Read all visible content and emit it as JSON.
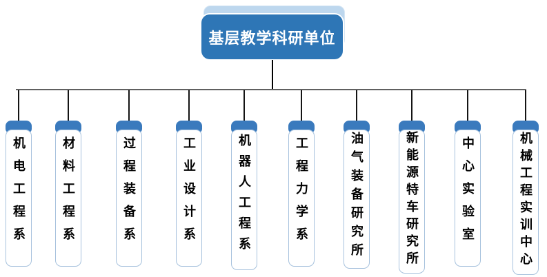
{
  "chart": {
    "type": "org-chart",
    "root": {
      "label": "基层教学科研单位"
    },
    "departments": [
      {
        "label": "机电工程系"
      },
      {
        "label": "材料工程系"
      },
      {
        "label": "过程装备系"
      },
      {
        "label": "工业设计系"
      },
      {
        "label": "机器人工程系"
      },
      {
        "label": "工程力学系"
      },
      {
        "label": "油气装备研究所"
      },
      {
        "label": "新能源特车研究所"
      },
      {
        "label": "中心实验室"
      },
      {
        "label": "机械工程实训中心"
      }
    ],
    "colors": {
      "root_fill": "#2e76b6",
      "root_shadow": "#bdd7ee",
      "cap_fill": "#3a7abd",
      "box_border": "#a6c1dd",
      "connector": "#141414",
      "root_text": "#ffffff",
      "department_text": "#000000"
    }
  }
}
